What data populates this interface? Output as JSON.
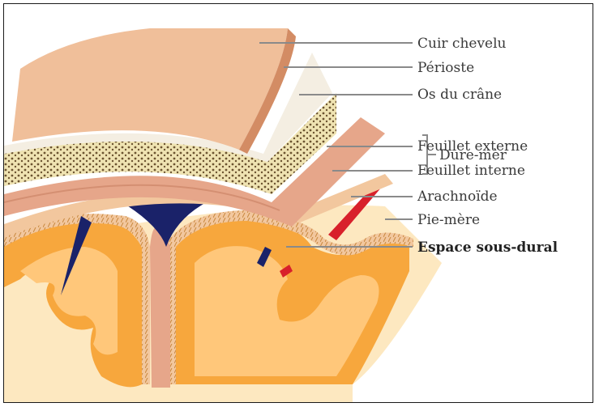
{
  "diagram": {
    "labels": {
      "cuir_chevelu": "Cuir chevelu",
      "perioste": "Périoste",
      "os_du_crane": "Os du crâne",
      "feuillet_externe": "Feuillet externe",
      "feuillet_interne": "Feuillet interne",
      "dure_mere": "Dure-mèr",
      "arachnoide": "Arachnoïde",
      "pie_mere": "Pie-mère",
      "espace_sous_dural": "Espace sous-dural"
    },
    "colors": {
      "scalp": "#f0bf9a",
      "periosteum": "#f4eee2",
      "bone": "#efe3b2",
      "bone_pores": "#6b5330",
      "dura": "#e6a68a",
      "arachnoid": "#f2c79e",
      "brain_outer": "#f7a73d",
      "brain_inner": "#ffc77a",
      "brain_white": "#fde8c0",
      "sinus": "#1a2269",
      "vessel": "#d8202b",
      "leader_line": "#8a8a8a"
    }
  }
}
